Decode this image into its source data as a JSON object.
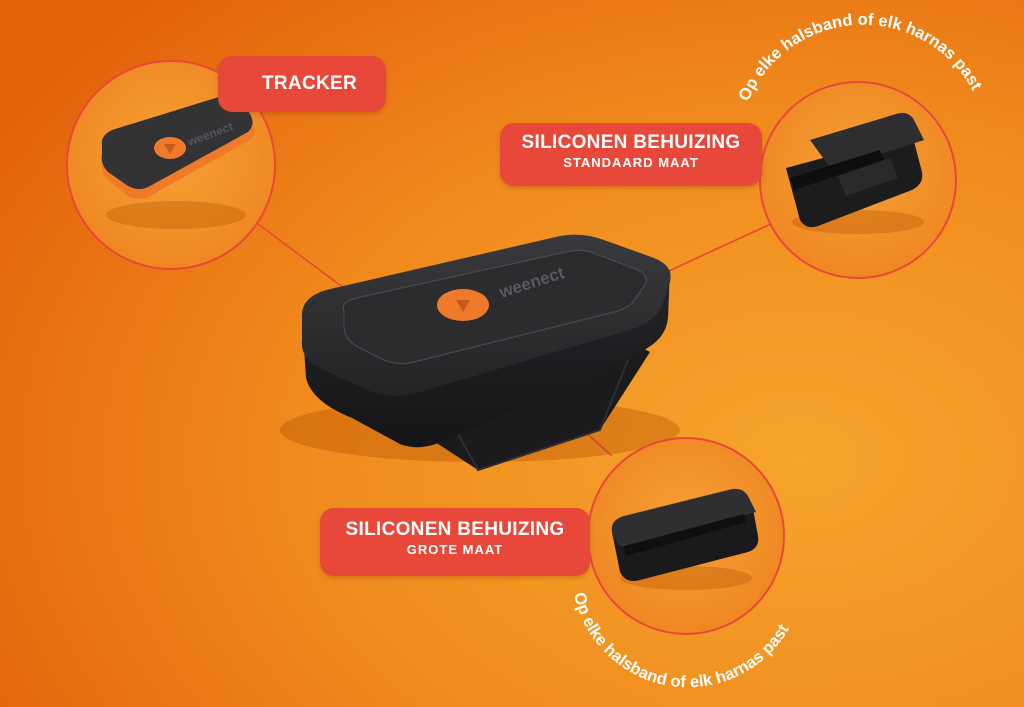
{
  "labels": {
    "tracker": {
      "title": "TRACKER"
    },
    "standard_case": {
      "title": "SILICONEN BEHUIZING",
      "subtitle": "STANDAARD MAAT"
    },
    "large_case": {
      "title": "SILICONEN BEHUIZING",
      "subtitle": "GROTE MAAT"
    }
  },
  "arc_captions": {
    "top_right": "Op elke halsband of elk harnas past",
    "bottom": "Op elke halsband of elk harnas past"
  },
  "brand": {
    "logo_text": "weenect",
    "main_device_logo_text": "weenect"
  },
  "colors": {
    "background_dark": "#e8620c",
    "background_light": "#f49a24",
    "label_red": "#e8483a",
    "device_black": "#1e1e20",
    "brand_orange": "#f07a2a"
  }
}
